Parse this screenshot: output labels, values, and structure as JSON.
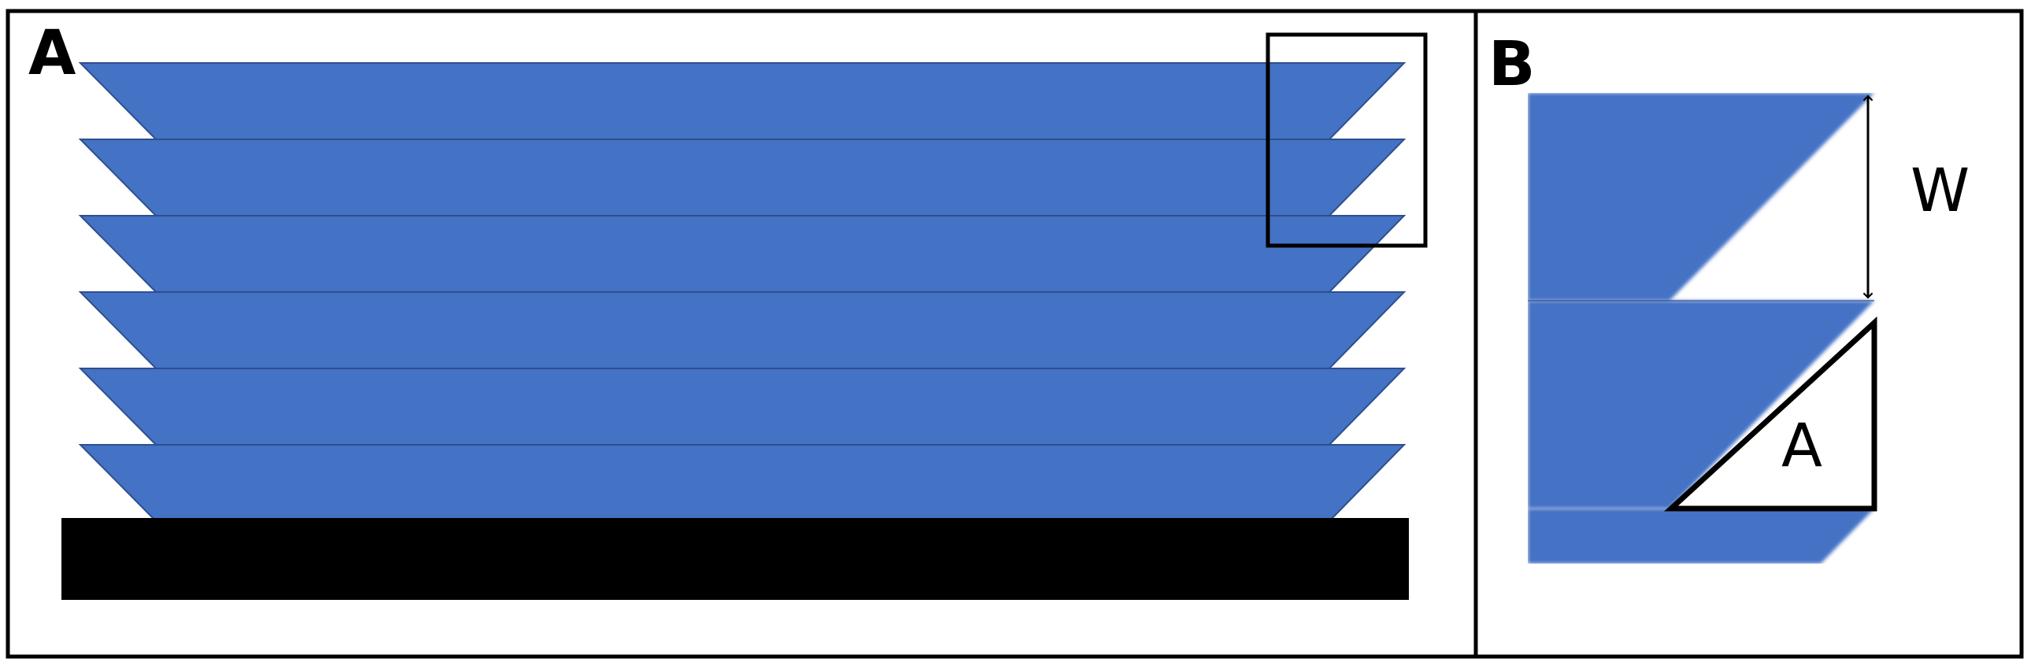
{
  "figure": {
    "panel_a": {
      "label": "A",
      "layer_count": 6
    },
    "panel_b": {
      "label": "B",
      "width_label": "W",
      "angle_label": "A"
    },
    "colors": {
      "layer_fill": "#4472C4",
      "layer_edge": "#2E4F8E",
      "substrate": "#000000",
      "frame": "#000000",
      "background": "#FFFFFF"
    }
  }
}
